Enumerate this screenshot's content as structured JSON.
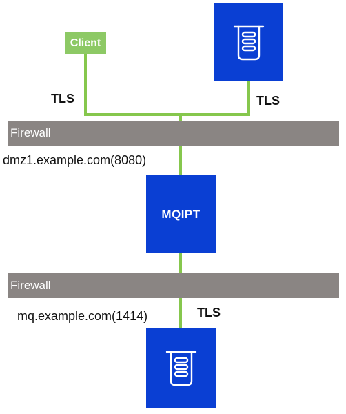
{
  "client": {
    "label": "Client"
  },
  "mqipt": {
    "label": "MQIPT"
  },
  "firewalls": [
    {
      "label": "Firewall"
    },
    {
      "label": "Firewall"
    }
  ],
  "hosts": {
    "dmz": "dmz1.example.com(8080)",
    "mq": "mq.example.com(1414)"
  },
  "tls": {
    "client_link": "TLS",
    "qmgr_link": "TLS",
    "mq_link": "TLS"
  },
  "icons": {
    "queue_manager": "queue-manager-icon"
  },
  "colors": {
    "connection": "#86c74d",
    "client": "#8dc965",
    "node": "#0a3fd3",
    "firewall": "#8a8583",
    "icon_stroke": "#ffffff"
  }
}
